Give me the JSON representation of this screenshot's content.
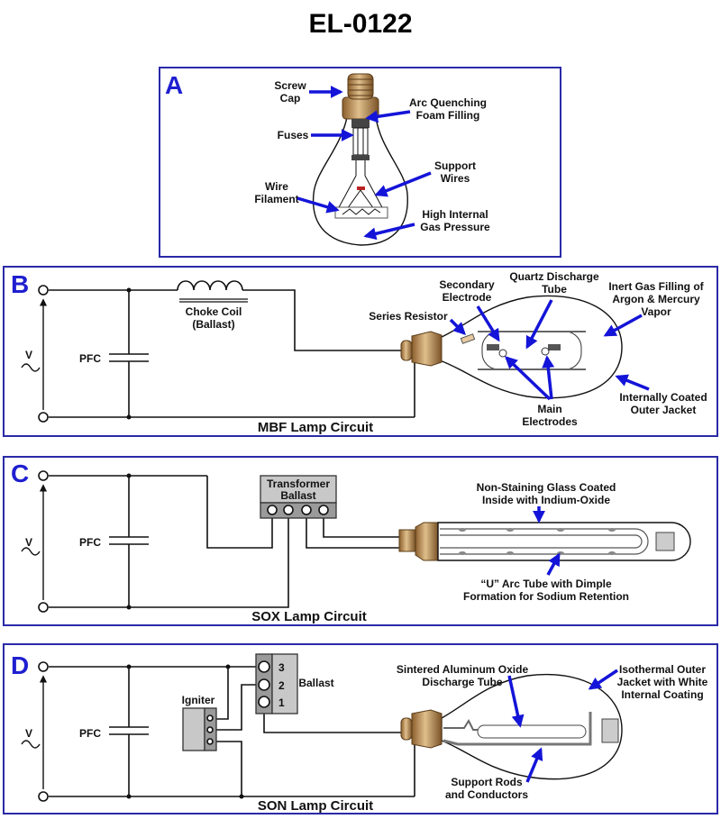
{
  "title": "EL-0122",
  "panels": {
    "A": {
      "letter": "A",
      "labels": {
        "screw_cap_1": "Screw",
        "screw_cap_2": "Cap",
        "arc_1": "Arc Quenching",
        "arc_2": "Foam Filling",
        "fuses": "Fuses",
        "support_1": "Support",
        "support_2": "Wires",
        "filament_1": "Wire",
        "filament_2": "Filament",
        "pressure_1": "High Internal",
        "pressure_2": "Gas Pressure"
      }
    },
    "B": {
      "letter": "B",
      "caption": "MBF Lamp Circuit",
      "voltage": "V",
      "pfc": "PFC",
      "labels": {
        "choke_1": "Choke Coil",
        "choke_2": "(Ballast)",
        "series_resistor": "Series Resistor",
        "secondary_1": "Secondary",
        "secondary_2": "Electrode",
        "quartz_1": "Quartz Discharge",
        "quartz_2": "Tube",
        "inert_1": "Inert Gas Filling of",
        "inert_2": "Argon & Mercury",
        "inert_3": "Vapor",
        "main_1": "Main",
        "main_2": "Electrodes",
        "jacket_1": "Internally Coated",
        "jacket_2": "Outer Jacket"
      }
    },
    "C": {
      "letter": "C",
      "caption": "SOX Lamp Circuit",
      "voltage": "V",
      "pfc": "PFC",
      "labels": {
        "ballast_1": "Transformer",
        "ballast_2": "Ballast",
        "glass_1": "Non-Staining Glass Coated",
        "glass_2": "Inside with Indium-Oxide",
        "arc_1": "“U” Arc Tube with Dimple",
        "arc_2": "Formation for Sodium Retention"
      }
    },
    "D": {
      "letter": "D",
      "caption": "SON Lamp Circuit",
      "voltage": "V",
      "pfc": "PFC",
      "labels": {
        "igniter": "Igniter",
        "ballast": "Ballast",
        "tap_3": "3",
        "tap_2": "2",
        "tap_1": "1",
        "sintered_1": "Sintered Aluminum Oxide",
        "sintered_2": "Discharge Tube",
        "iso_1": "Isothermal Outer",
        "iso_2": "Jacket with White",
        "iso_3": "Internal Coating",
        "rods_1": "Support Rods",
        "rods_2": "and Conductors"
      }
    }
  },
  "colors": {
    "frame": "#2a2aa8",
    "letter": "#1f1fd0",
    "arrow": "#1414d8",
    "brass": "#c2925a"
  }
}
